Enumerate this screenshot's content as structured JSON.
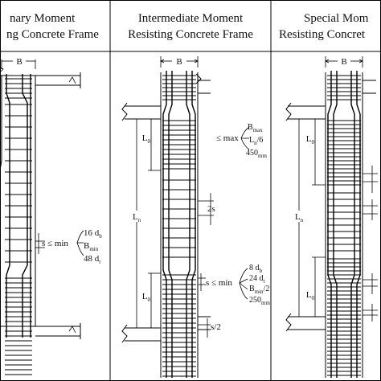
{
  "headers": [
    {
      "line1": "nary Moment",
      "line2": "ng Concrete Frame"
    },
    {
      "line1": "Intermediate Moment",
      "line2": "Resisting Concrete Frame"
    },
    {
      "line1": "Special Mom",
      "line2": "Resisting Concret"
    }
  ],
  "labels": {
    "width": "B",
    "clear_height": "L",
    "clear_height_sub": "n",
    "end_zone": "L",
    "end_zone_sub": "0",
    "le_max": "≤ max",
    "bmax_main": "B",
    "bmax_sub": "max",
    "ln6_main": "L",
    "ln6_sub": "n",
    "ln6_tail": "/6",
    "mm450_main": "450",
    "mm450_sub": "mm",
    "two_s": "2s",
    "s_min": "s ≤ min",
    "d16_main": "16 d",
    "d16_sub": "b",
    "bmin_main": "B",
    "bmin_sub": "min",
    "d48_main": "48 d",
    "d48_sub": "t",
    "d8_main": "8 d",
    "d8_sub": "b",
    "d24_main": "24 d",
    "d24_sub": "t",
    "bmin2_main": "B",
    "bmin2_sub": "min",
    "bmin2_tail": "/2",
    "mm250_main": "250",
    "mm250_sub": "mm",
    "half_s": "s/2"
  }
}
